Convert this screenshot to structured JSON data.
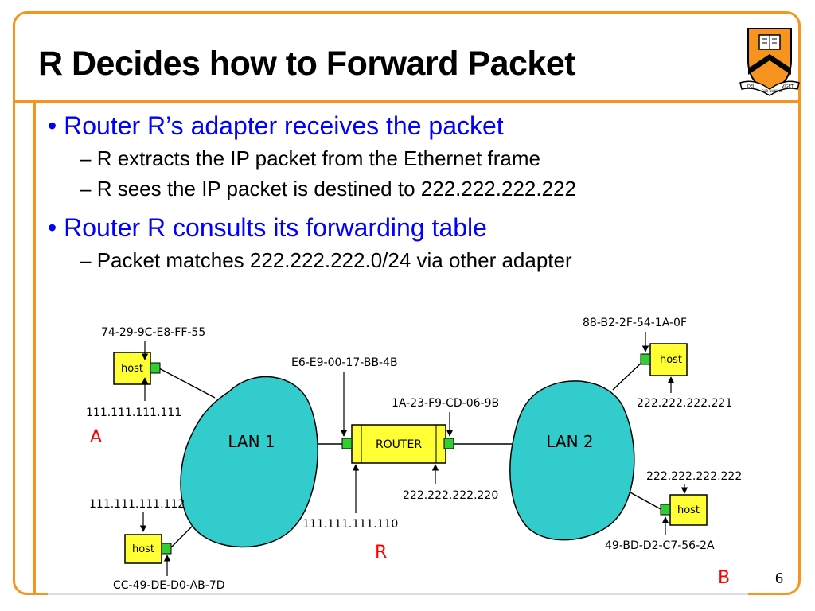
{
  "slide": {
    "title": "R Decides how to Forward Packet",
    "bullets": [
      {
        "level": 1,
        "text": "Router R’s adapter receives the packet"
      },
      {
        "level": 2,
        "text": "R extracts the IP packet from the Ethernet frame"
      },
      {
        "level": 2,
        "text": "R sees the IP packet is destined to 222.222.222.222"
      },
      {
        "level": 1,
        "text": "Router R consults its forwarding table"
      },
      {
        "level": 2,
        "text": "Packet matches 222.222.222.0/24 via other adapter"
      }
    ],
    "slide_number": "6",
    "crest_text": {
      "left": "DEI",
      "center": "SUB NUMINE",
      "right": "VIGET"
    },
    "colors": {
      "accent": "#f7941d",
      "bullet": "#0000ff",
      "lan": "#33cccc",
      "host": "#ffff33",
      "adapter": "#33cc33",
      "marker": "#ff0000"
    }
  },
  "diagram": {
    "lan1": "LAN 1",
    "lan2": "LAN 2",
    "router_label": "ROUTER",
    "host_label": "host",
    "host_a": {
      "mac": "74-29-9C-E8-FF-55",
      "ip": "111.111.111.111",
      "marker": "A"
    },
    "host_lower_left": {
      "mac": "CC-49-DE-D0-AB-7D",
      "ip": "111.111.111.112"
    },
    "host_upper_right": {
      "mac": "88-B2-2F-54-1A-0F",
      "ip": "222.222.222.221"
    },
    "host_b": {
      "mac": "49-BD-D2-C7-56-2A",
      "ip": "222.222.222.222",
      "marker": "B"
    },
    "router": {
      "left_mac": "E6-E9-00-17-BB-4B",
      "left_ip": "111.111.111.110",
      "right_mac": "1A-23-F9-CD-06-9B",
      "right_ip": "222.222.222.220",
      "marker": "R"
    }
  }
}
